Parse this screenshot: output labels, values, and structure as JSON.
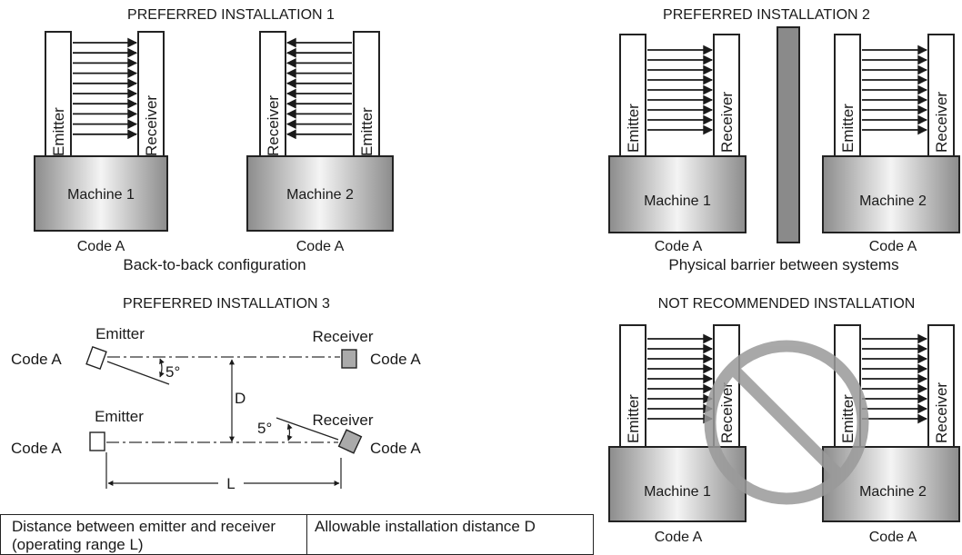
{
  "installation1": {
    "title": "PREFERRED INSTALLATION 1",
    "left_emitter": "Emitter",
    "left_receiver": "Receiver",
    "left_machine": "Machine 1",
    "left_code": "Code A",
    "right_receiver": "Receiver",
    "right_emitter": "Emitter",
    "right_machine": "Machine 2",
    "right_code": "Code A",
    "caption": "Back-to-back configuration"
  },
  "installation2": {
    "title": "PREFERRED INSTALLATION 2",
    "left_emitter": "Emitter",
    "left_receiver": "Receiver",
    "left_machine": "Machine 1",
    "left_code": "Code A",
    "right_emitter": "Emitter",
    "right_receiver": "Receiver",
    "right_machine": "Machine 2",
    "right_code": "Code A",
    "caption": "Physical barrier between systems"
  },
  "installation3": {
    "title": "PREFERRED INSTALLATION 3",
    "top_emitter": "Emitter",
    "top_emitter_code": "Code A",
    "top_receiver": "Receiver",
    "top_receiver_code": "Code A",
    "angle_top": "5°",
    "distance_d": "D",
    "bottom_emitter": "Emitter",
    "bottom_emitter_code": "Code A",
    "bottom_receiver": "Receiver",
    "bottom_receiver_code": "Code A",
    "angle_bottom": "5°",
    "distance_l": "L"
  },
  "not_recommended": {
    "title": "NOT RECOMMENDED INSTALLATION",
    "left_emitter": "Emitter",
    "left_receiver": "Receiver",
    "left_machine": "Machine 1",
    "left_code": "Code A",
    "right_emitter": "Emitter",
    "right_receiver": "Receiver",
    "right_machine": "Machine 2",
    "right_code": "Code A"
  },
  "table": {
    "header_col1": "Distance between emitter and receiver (operating range L)",
    "header_col2": "Allowable installation distance D"
  },
  "colors": {
    "machine_dark": "#8c8c8c",
    "machine_light": "#f2f2f2",
    "barrier": "#8a8a8a",
    "prohibition": "#9a9a9a"
  }
}
